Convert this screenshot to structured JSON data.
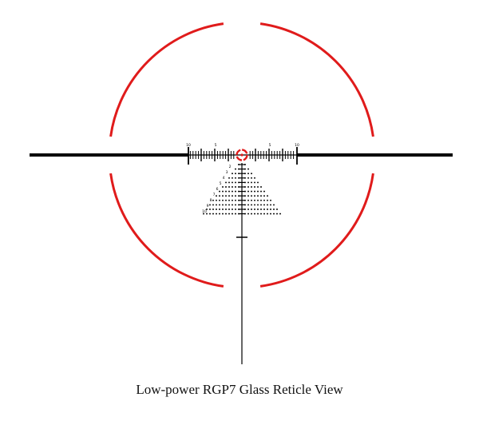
{
  "caption": "Low-power RGP7 Glass Reticle View",
  "colors": {
    "illumination": "#e01b1b",
    "reticle": "#000000",
    "background": "#ffffff"
  },
  "horizontal_scale_labels": [
    "10",
    "5",
    "5",
    "10"
  ],
  "bdc_row_labels": [
    "2",
    "3",
    "4",
    "5",
    "6",
    "7",
    "8",
    "9",
    "10"
  ]
}
